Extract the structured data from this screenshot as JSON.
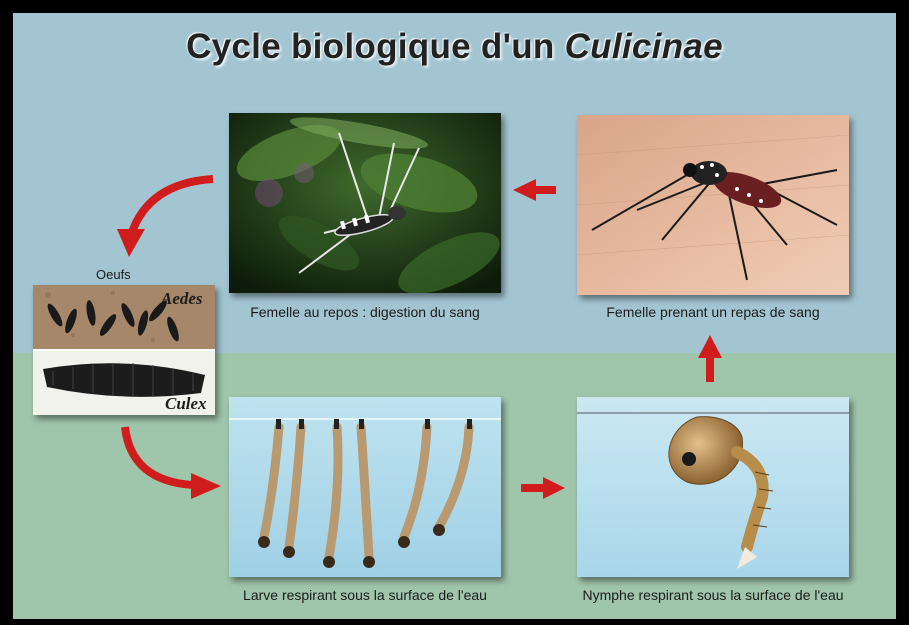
{
  "title": {
    "prefix": "Cycle biologique d'un ",
    "italic": "Culicinae"
  },
  "stages": {
    "resting_female": {
      "caption": "Femelle au repos : digestion du sang"
    },
    "blood_meal": {
      "caption": "Femelle prenant un repas de sang"
    },
    "eggs": {
      "label": "Oeufs",
      "aedes": "Aedes",
      "culex": "Culex"
    },
    "larva": {
      "caption": "Larve respirant sous la surface de l'eau"
    },
    "pupa": {
      "caption": "Nymphe respirant sous la surface de l'eau"
    }
  },
  "colors": {
    "sky_band": "#a3c5d2",
    "water_band": "#9fc5ab",
    "arrow": "#d01c1c"
  }
}
